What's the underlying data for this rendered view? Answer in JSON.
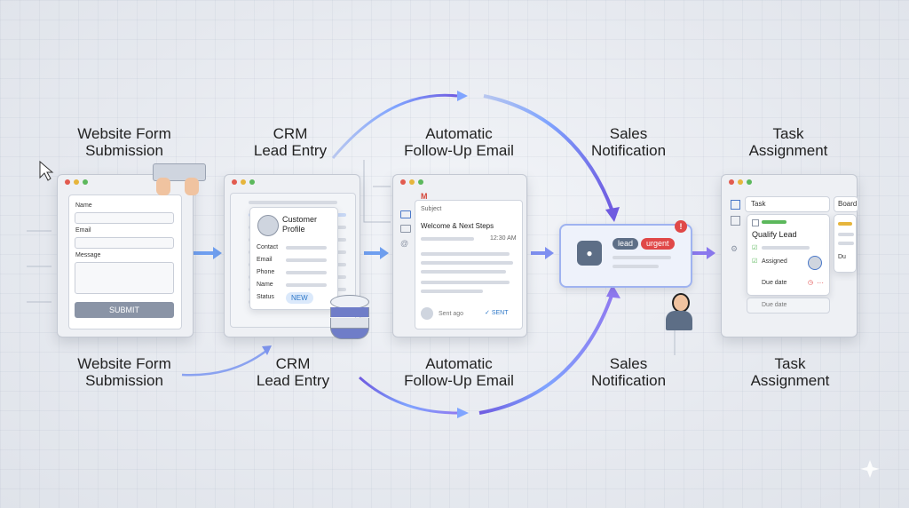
{
  "steps": {
    "top": [
      {
        "line1": "Website Form",
        "line2": "Submission"
      },
      {
        "line1": "CRM",
        "line2": "Lead Entry"
      },
      {
        "line1": "Automatic",
        "line2": "Follow-Up Email"
      },
      {
        "line1": "Sales",
        "line2": "Notification"
      },
      {
        "line1": "Task",
        "line2": "Assignment"
      }
    ],
    "bottom": [
      {
        "line1": "Website Form",
        "line2": "Submission"
      },
      {
        "line1": "CRM",
        "line2": "Lead Entry"
      },
      {
        "line1": "Automatic",
        "line2": "Follow-Up Email"
      },
      {
        "line1": "Sales",
        "line2": "Notification"
      },
      {
        "line1": "Task",
        "line2": "Assignment"
      }
    ]
  },
  "form": {
    "name_label": "Name",
    "email_label": "Email",
    "message_label": "Message",
    "submit_label": "SUBMIT"
  },
  "crm": {
    "title_line1": "Customer",
    "title_line2": "Profile",
    "fields": [
      "Contact",
      "Email",
      "Phone",
      "Name",
      "Status"
    ],
    "status_badge": "NEW"
  },
  "email": {
    "subject_label": "Subject",
    "subject": "Welcome & Next Steps",
    "time": "12:30 AM",
    "sent_ago": "Sent ago",
    "sent_label": "SENT"
  },
  "notification": {
    "tag1": "lead",
    "tag2": "urgent",
    "alert": "!"
  },
  "task": {
    "tab1": "Task",
    "tab2": "Board",
    "title": "Qualify Lead",
    "assigned": "Assigned",
    "due1": "Due date",
    "due2": "Due date",
    "col2_due": "Du",
    "more": "···"
  },
  "colors": {
    "accent": "#5b8def",
    "arrow": "#6f8ff0",
    "urgent": "#e04848",
    "badge": "#4a90d9"
  }
}
